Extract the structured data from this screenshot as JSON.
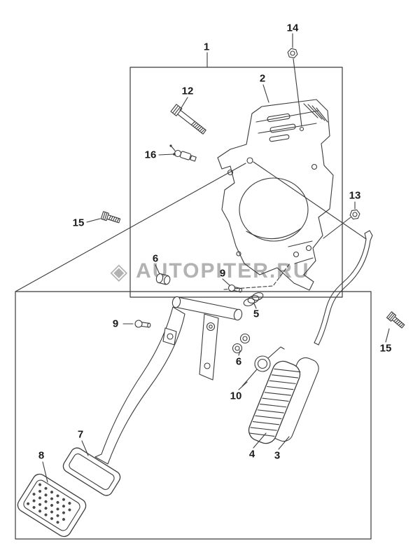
{
  "watermark": {
    "text": "AUTOPITER.RU",
    "icon": "diamond-logo-icon",
    "color": "#b2b2b2"
  },
  "diagram": {
    "line_color": "#3b3b3b",
    "callouts": [
      {
        "num": "1"
      },
      {
        "num": "14"
      },
      {
        "num": "2"
      },
      {
        "num": "12"
      },
      {
        "num": "16"
      },
      {
        "num": "15"
      },
      {
        "num": "13"
      },
      {
        "num": "6"
      },
      {
        "num": "9"
      },
      {
        "num": "5"
      },
      {
        "num": "9"
      },
      {
        "num": "6"
      },
      {
        "num": "10"
      },
      {
        "num": "7"
      },
      {
        "num": "8"
      },
      {
        "num": "4"
      },
      {
        "num": "3"
      },
      {
        "num": "15"
      }
    ]
  }
}
